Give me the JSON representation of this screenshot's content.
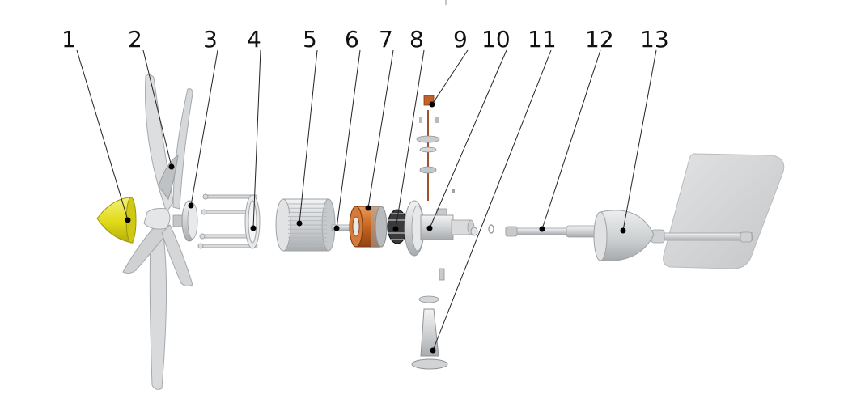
{
  "diagram": {
    "parts": [
      {
        "label": "1",
        "icon": "nose-cone-icon"
      },
      {
        "label": "2",
        "icon": "blade-icon"
      },
      {
        "label": "3",
        "icon": "hub-flange-icon"
      },
      {
        "label": "4",
        "icon": "bolt-cage-icon"
      },
      {
        "label": "5",
        "icon": "stator-housing-icon"
      },
      {
        "label": "6",
        "icon": "shaft-icon"
      },
      {
        "label": "7",
        "icon": "rotor-coil-icon"
      },
      {
        "label": "8",
        "icon": "magnet-ring-icon"
      },
      {
        "label": "9",
        "icon": "brush-assembly-icon"
      },
      {
        "label": "10",
        "icon": "rear-flange-icon"
      },
      {
        "label": "11",
        "icon": "mount-base-icon"
      },
      {
        "label": "12",
        "icon": "tail-boom-icon"
      },
      {
        "label": "13",
        "icon": "tail-fin-icon"
      }
    ],
    "colors": {
      "nose_cone": "#e6e01a",
      "coil": "#c8641e",
      "metal": "#d4d6d8",
      "fin": "#d3d4d5",
      "magnet": "#2a2a2a"
    }
  }
}
